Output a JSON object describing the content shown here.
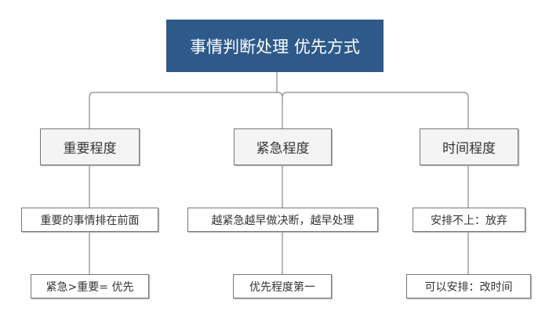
{
  "root": {
    "title": "事情判断处理 优先方式"
  },
  "branches": [
    {
      "label": "重要程度",
      "children": [
        "重要的事情排在前面",
        "紧急>重要= 优先"
      ]
    },
    {
      "label": "紧急程度",
      "children": [
        "越紧急越早做决断，越早处理",
        "优先程度第一"
      ]
    },
    {
      "label": "时间程度",
      "children": [
        "安排不上：放弃",
        "可以安排：改时间"
      ]
    }
  ],
  "colors": {
    "root_fill": "#2e5a8a",
    "node_fill": "#f4f4f4",
    "line": "#777777"
  }
}
